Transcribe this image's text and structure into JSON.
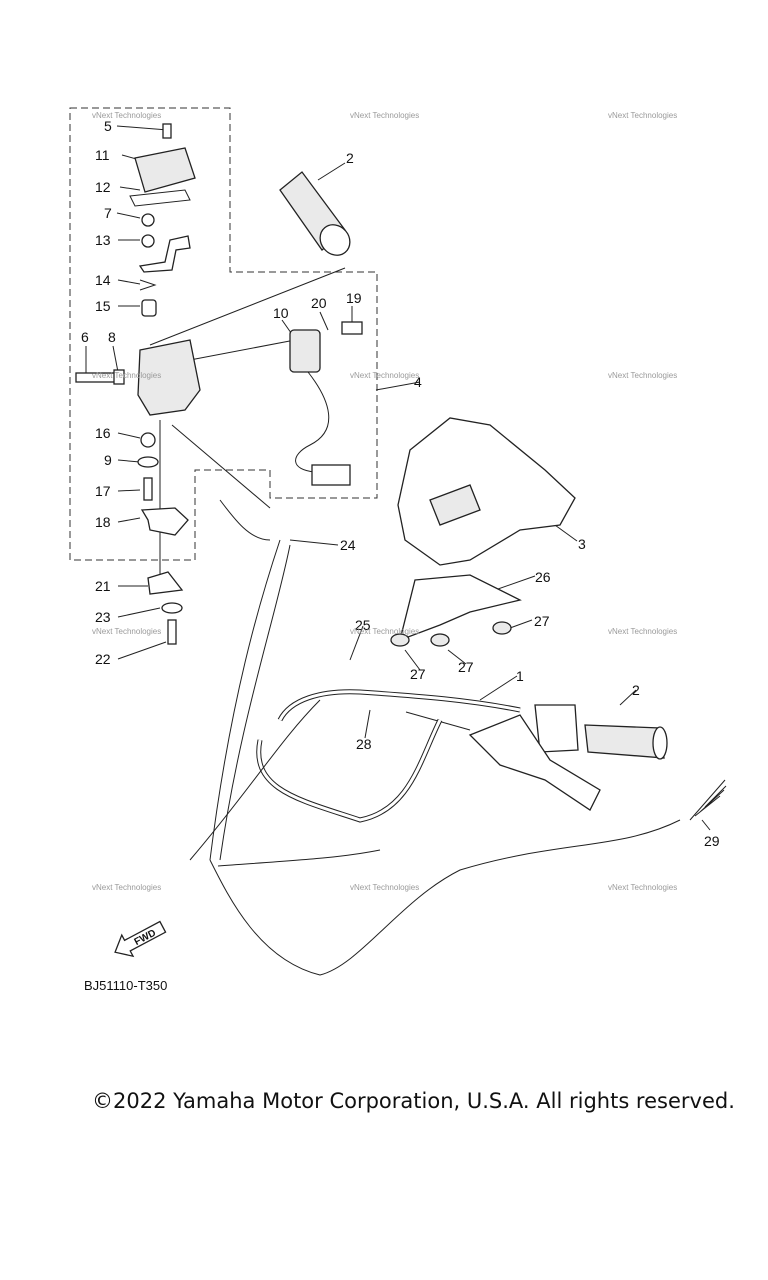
{
  "callouts": [
    "5",
    "11",
    "12",
    "7",
    "13",
    "14",
    "15",
    "6",
    "8",
    "16",
    "9",
    "17",
    "18",
    "21",
    "23",
    "22",
    "2",
    "20",
    "19",
    "10",
    "4",
    "3",
    "26",
    "25",
    "27",
    "27",
    "27",
    "24",
    "1",
    "2",
    "28",
    "29"
  ],
  "watermark_text": "vNext Technologies",
  "diagram_code": "BJ51110-T350",
  "fwd_label": "FWD",
  "copyright": "©2022 Yamaha Motor Corporation, U.S.A. All rights reserved."
}
